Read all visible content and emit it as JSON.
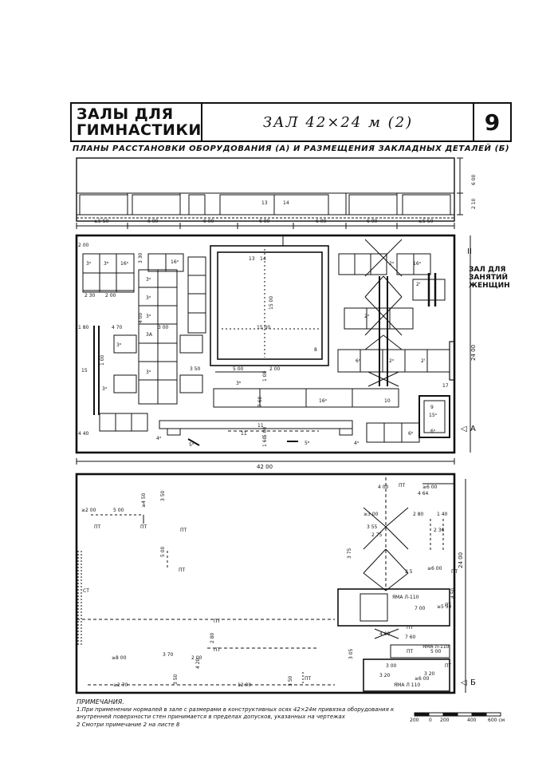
{
  "header": {
    "title_line1": "ЗАЛЫ ДЛЯ",
    "title_line2": "ГИМНАСТИКИ",
    "hall_title": "ЗАЛ 42×24 м (2)",
    "sheet_number": "9"
  },
  "subtitle": "ПЛАНЫ РАССТАНОВКИ ОБОРУДОВАНИЯ (А) И РАЗМЕЩЕНИЯ ЗАКЛАДНЫХ ДЕТАЛЕЙ (Б)",
  "elevation": {
    "spans": [
      "≥5 50",
      "6 00",
      "6 00",
      "6 00",
      "6 00",
      "6 00",
      "≥5 50"
    ],
    "height_top": "6 00",
    "height_low": "2 10",
    "labels": [
      "13",
      "14"
    ]
  },
  "plan_a": {
    "section_marker": "II",
    "womens_zone": [
      "ЗАЛ ДЛЯ",
      "ЗАНЯТИЙ",
      "ЖЕНЩИН"
    ],
    "marker": "А",
    "total_width": "42 00",
    "height": "24 00",
    "square": "15 00",
    "dims": [
      "2 00",
      "3 30",
      "2 30",
      "2 00",
      "1 80",
      "4 70",
      "4 00",
      "3 00",
      "3 50",
      "1 00",
      "4 40",
      "5 00",
      "2 00",
      "7 60",
      "1 00",
      "5 00",
      "1 60"
    ],
    "labels": [
      "3ᵃ",
      "3ᵇ",
      "16ᵃ",
      "16ᵃ",
      "3ᵃ",
      "3ᵃ",
      "3ᵃ",
      "3А",
      "3ᵃ",
      "3ᵃ",
      "15",
      "2ᵃ",
      "16ᵃ",
      "2ᶠ",
      "2ᵃ",
      "2ᵃ",
      "6ᵃ",
      "2ᶠ",
      "3ᵃ",
      "3ᵇ",
      "16ᵃ",
      "10",
      "11",
      "11",
      "4ᵃ",
      "4ᵃ",
      "5ᵃ",
      "5ᵇ",
      "6ᵇ",
      "6ᵃ",
      "9",
      "15ᵃ",
      "17",
      "8",
      "13",
      "14"
    ]
  },
  "plan_b": {
    "marker": "Б",
    "height": "24 00",
    "dims": [
      "≥2 00",
      "5 00",
      "≥4 50",
      "3 50",
      "5 00",
      "4 00",
      "≥6 00",
      "4 64",
      "1 40",
      "≥3 00",
      "2 80",
      "2 36",
      "3 55",
      "2 75",
      "3 75",
      "2 5",
      "≥6 00",
      "4 50",
      "7 00",
      "≥5 50",
      "3 70",
      "≥8 00",
      "2 00",
      "4 20",
      "≥2 70",
      "3 50",
      "12 00",
      "3 50",
      "2 80",
      "4 00",
      "7 60",
      "5 00",
      "3 00",
      "3 20",
      "≥6 00",
      "3 05",
      "3 20"
    ],
    "pits": [
      "ЯМА Л-110",
      "ЯМА Л-110",
      "ЯМА Л 110"
    ],
    "tags": [
      "ПТ",
      "ПТ",
      "ПТ",
      "ПТ",
      "ПТ",
      "ПТ",
      "ПТ",
      "ПТ",
      "ПТ",
      "ПТ",
      "ПТ",
      "ПТ",
      "СТ",
      "ПТ"
    ]
  },
  "scale": [
    "200",
    "0",
    "200",
    "400",
    "600 см"
  ],
  "notes": {
    "heading": "ПРИМЕЧАНИЯ.",
    "items": [
      "1.При применении нормалей в зале с размерами в конструктивных осях 42×24м привязка оборудования к",
      "внутренней поверхности стен принимается в пределах допусков, указанных на чертежах",
      "2 Смотри примечание 2 на листе 8"
    ]
  }
}
